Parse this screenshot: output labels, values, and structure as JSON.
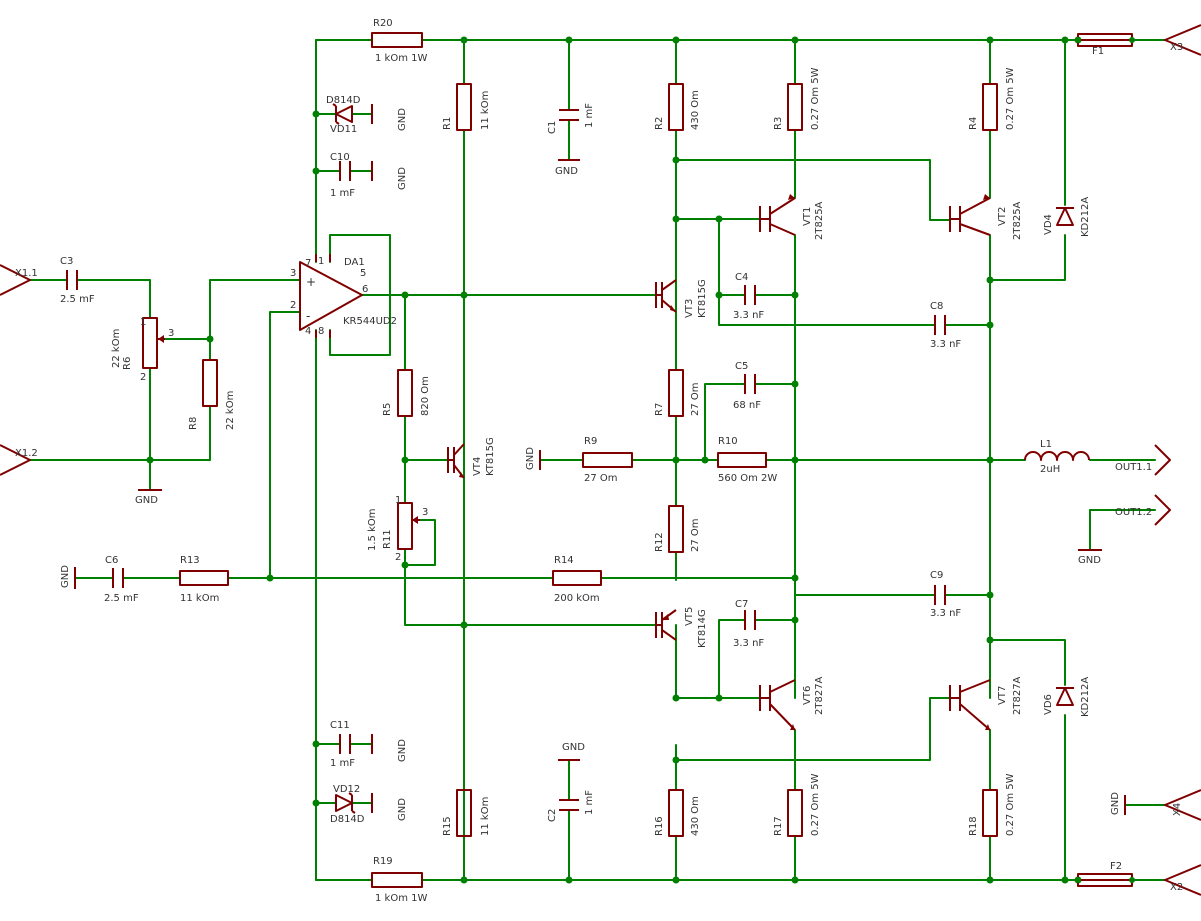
{
  "labels": {
    "R20": "R20",
    "R20v": "1 kOm 1W",
    "R19": "R19",
    "R19v": "1 kOm 1W",
    "R1": "R1",
    "R1v": "11 kOm",
    "R15": "R15",
    "R15v": "11 kOm",
    "R2": "R2",
    "R2v": "430 Om",
    "R16": "R16",
    "R16v": "430 Om",
    "R3": "R3",
    "R3v": "0.27 Om 5W",
    "R4": "R4",
    "R4v": "0.27 Om 5W",
    "R17": "R17",
    "R17v": "0.27 Om 5W",
    "R18": "R18",
    "R18v": "0.27 Om 5W",
    "R5": "R5",
    "R5v": "820 Om",
    "R6": "R6",
    "R6v": "22 kOm",
    "R7": "R7",
    "R7v": "27 Om",
    "R8": "R8",
    "R8v": "22 kOm",
    "R9": "R9",
    "R9v": "27 Om",
    "R10": "R10",
    "R10v": "560 Om 2W",
    "R11": "R11",
    "R11v": "1.5 kOm",
    "R12": "R12",
    "R12v": "27 Om",
    "R13": "R13",
    "R13v": "11 kOm",
    "R14": "R14",
    "R14v": "200 kOm",
    "C1": "C1",
    "C1v": "1 mF",
    "C2": "C2",
    "C2v": "1 mF",
    "C3": "C3",
    "C3v": "2.5 mF",
    "C4": "C4",
    "C4v": "3.3 nF",
    "C5": "C5",
    "C5v": "68 nF",
    "C6": "C6",
    "C6v": "2.5 mF",
    "C7": "C7",
    "C7v": "3.3 nF",
    "C8": "C8",
    "C8v": "3.3 nF",
    "C9": "C9",
    "C9v": "3.3 nF",
    "C10": "C10",
    "C10v": "1 mF",
    "C11": "C11",
    "C11v": "1 mF",
    "VD11": "VD11",
    "VD11v": "D814D",
    "VD12": "VD12",
    "VD12v": "D814D",
    "VD4": "VD4",
    "VD4v": "KD212A",
    "VD6": "VD6",
    "VD6v": "KD212A",
    "VT1": "VT1",
    "VT1v": "2T825A",
    "VT2": "VT2",
    "VT2v": "2T825A",
    "VT3": "VT3",
    "VT3v": "KT815G",
    "VT4": "VT4",
    "VT4v": "KT815G",
    "VT5": "VT5",
    "VT5v": "KT814G",
    "VT6": "VT6",
    "VT6v": "2T827A",
    "VT7": "VT7",
    "VT7v": "2T827A",
    "DA1": "DA1",
    "DA1v": "KR544UD2",
    "L1": "L1",
    "L1v": "2uH",
    "F1": "F1",
    "F2": "F2",
    "X11": "X1.1",
    "X12": "X1.2",
    "X2": "X2",
    "X3": "X3",
    "X4": "X4",
    "OUT11": "OUT1.1",
    "OUT12": "OUT1.2",
    "GND": "GND",
    "pin1": "1",
    "pin2": "2",
    "pin3": "3",
    "pin4": "4",
    "pin5": "5",
    "pin6": "6",
    "pin7": "7",
    "pin8": "8",
    "plus": "+",
    "minus": "-"
  }
}
